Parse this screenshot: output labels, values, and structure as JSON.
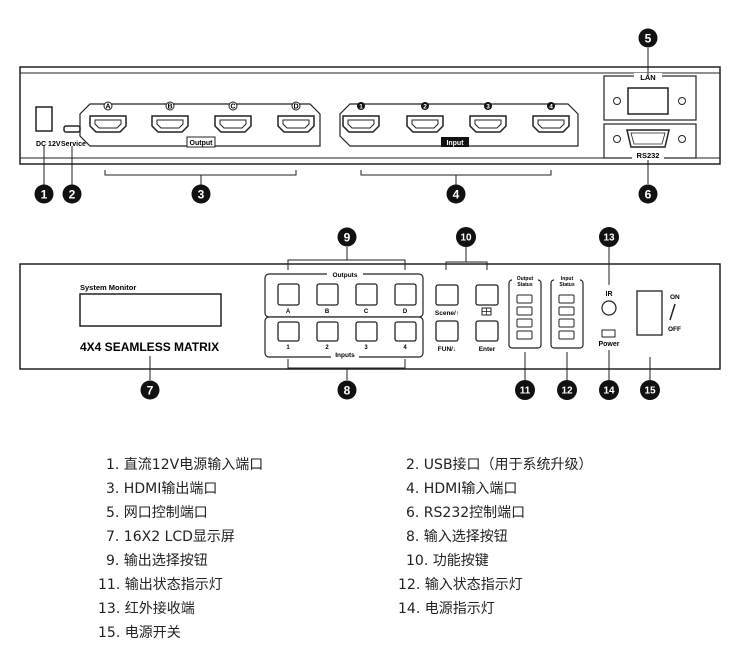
{
  "rear_panel": {
    "dc_label": "DC 12V",
    "service_label": "Service",
    "output_group_label": "Output",
    "input_group_label": "Input",
    "output_ports": [
      "A",
      "B",
      "C",
      "D"
    ],
    "input_ports": [
      "1",
      "2",
      "3",
      "4"
    ],
    "lan_label": "LAN",
    "rs232_label": "RS232"
  },
  "front_panel": {
    "system_monitor_label": "System Monitor",
    "model_name": "4X4 SEAMLESS MATRIX",
    "outputs_group_label": "Outputs",
    "inputs_group_label": "Inputs",
    "output_buttons": [
      "A",
      "B",
      "C",
      "D"
    ],
    "input_buttons": [
      "1",
      "2",
      "3",
      "4"
    ],
    "scene_label": "Scene/↑",
    "fun_label": "FUN/↓",
    "enter_label": "Enter",
    "output_status_label": [
      "Output",
      "Status"
    ],
    "input_status_label": [
      "Input",
      "Status"
    ],
    "ir_label": "IR",
    "power_label": "Power",
    "on_label": "ON",
    "off_label": "OFF"
  },
  "callouts": [
    "1",
    "2",
    "3",
    "4",
    "5",
    "6",
    "7",
    "8",
    "9",
    "10",
    "11",
    "12",
    "13",
    "14",
    "15"
  ],
  "legend": [
    "1. 直流12V电源输入端口",
    "2. USB接口（用于系统升级）",
    "3. HDMI输出端口",
    "4. HDMI输入端口",
    "5. 网口控制端口",
    "6. RS232控制端口",
    "7. 16X2 LCD显示屏",
    "8. 输入选择按钮",
    "9. 输出选择按钮",
    "10. 功能按键",
    "11. 输出状态指示灯",
    "12. 输入状态指示灯",
    "13. 红外接收端",
    "14. 电源指示灯",
    "15. 电源开关"
  ]
}
